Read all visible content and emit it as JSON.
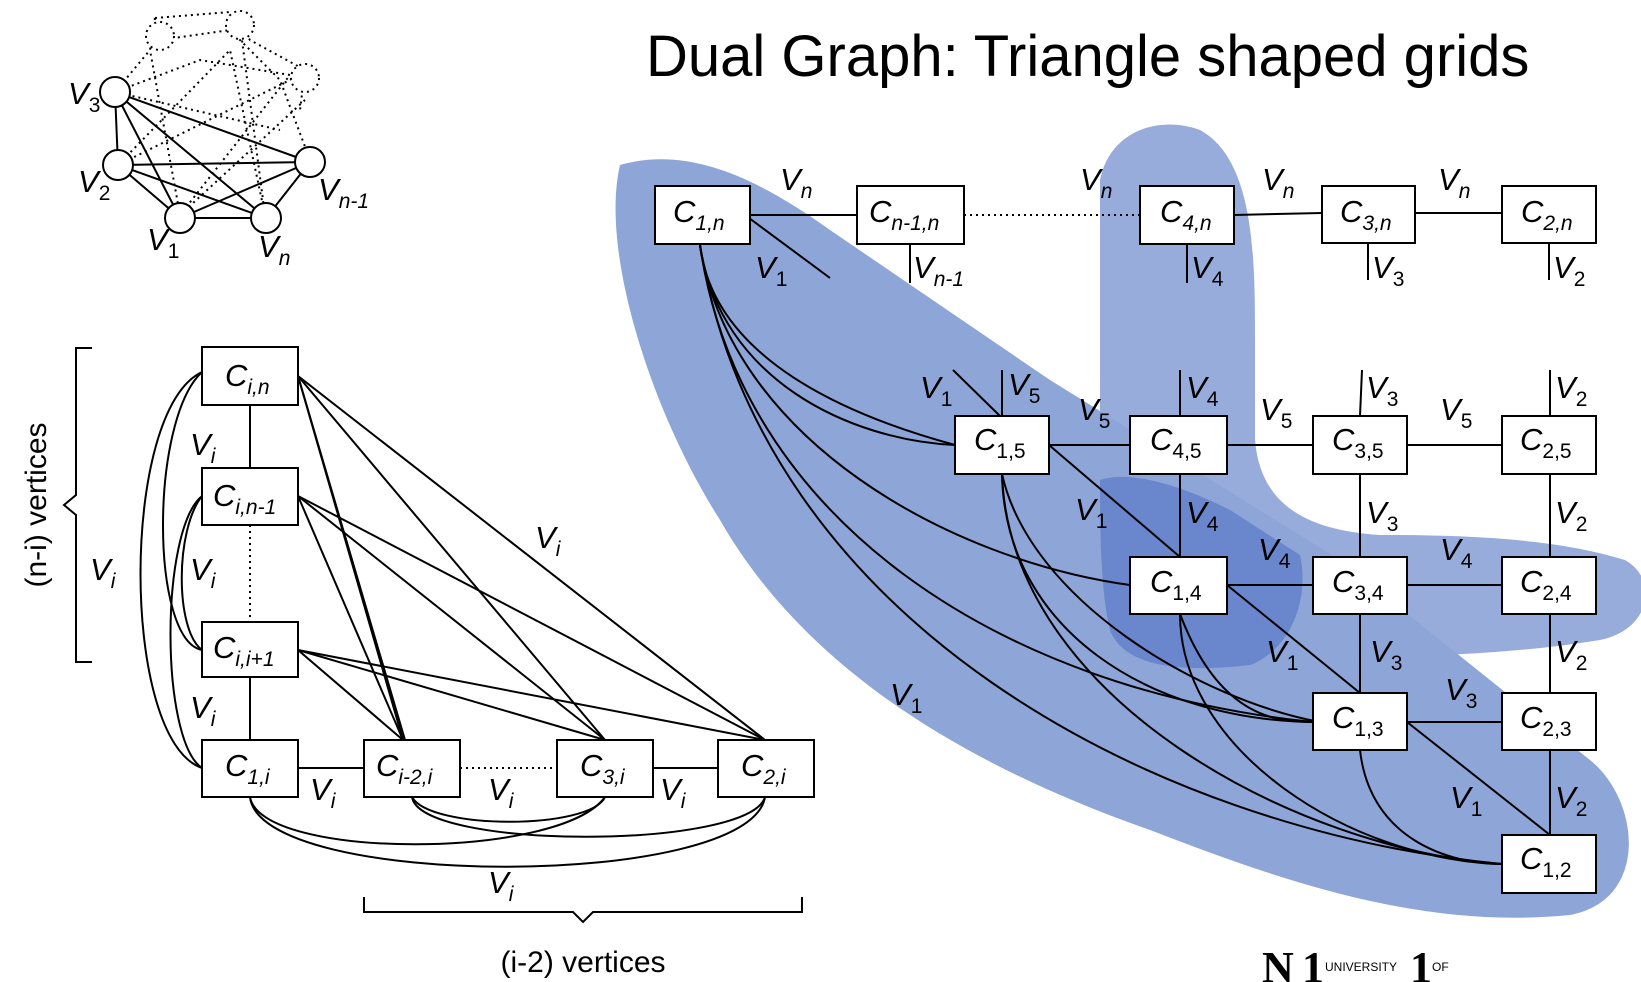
{
  "title": "Dual Graph: Triangle shaped grids",
  "colors": {
    "highlight": "#7f9ad3",
    "highlight_overlap": "#5b7ac5"
  },
  "small_graph": {
    "v3": "V",
    "v3_sub": "3",
    "v2": "V",
    "v2_sub": "2",
    "v1": "V",
    "v1_sub": "1",
    "vn": "V",
    "vn_sub": "n",
    "vn1": "V",
    "vn1_sub": "n-1"
  },
  "left_diagram": {
    "side_brace_label": "(n-i) vertices",
    "bottom_brace_label": "(i-2) vertices",
    "nodes": {
      "cin": {
        "c": "C",
        "sub": "i,n"
      },
      "cin1": {
        "c": "C",
        "sub": "i,n-1"
      },
      "cii1": {
        "c": "C",
        "sub": "i,i+1"
      },
      "c1i": {
        "c": "C",
        "sub": "1,i"
      },
      "ci2i": {
        "c": "C",
        "sub": "i-2,i"
      },
      "c3i": {
        "c": "C",
        "sub": "3,i"
      },
      "c2i": {
        "c": "C",
        "sub": "2,i"
      }
    },
    "edge_label": {
      "v": "V",
      "sub": "i"
    }
  },
  "right_diagram": {
    "nodes": {
      "c1n": {
        "c": "C",
        "sub": "1,n"
      },
      "cn1n": {
        "c": "C",
        "sub": "n-1,n"
      },
      "c4n": {
        "c": "C",
        "sub": "4,n"
      },
      "c3n": {
        "c": "C",
        "sub": "3,n"
      },
      "c2n": {
        "c": "C",
        "sub": "2,n"
      },
      "c15": {
        "c": "C",
        "sub": "1,5"
      },
      "c45": {
        "c": "C",
        "sub": "4,5"
      },
      "c35": {
        "c": "C",
        "sub": "3,5"
      },
      "c25": {
        "c": "C",
        "sub": "2,5"
      },
      "c14": {
        "c": "C",
        "sub": "1,4"
      },
      "c34": {
        "c": "C",
        "sub": "3,4"
      },
      "c24": {
        "c": "C",
        "sub": "2,4"
      },
      "c13": {
        "c": "C",
        "sub": "1,3"
      },
      "c23": {
        "c": "C",
        "sub": "2,3"
      },
      "c12": {
        "c": "C",
        "sub": "1,2"
      }
    },
    "labels": {
      "vn": {
        "v": "V",
        "sub": "n"
      },
      "v1": {
        "v": "V",
        "sub": "1"
      },
      "v2": {
        "v": "V",
        "sub": "2"
      },
      "v3": {
        "v": "V",
        "sub": "3"
      },
      "v4": {
        "v": "V",
        "sub": "4"
      },
      "v5": {
        "v": "V",
        "sub": "5"
      },
      "vn1": {
        "v": "V",
        "sub": "n-1"
      }
    }
  },
  "logo": {
    "line1": "UNIVERSITY",
    "line2": "OF",
    "mark": "N"
  }
}
